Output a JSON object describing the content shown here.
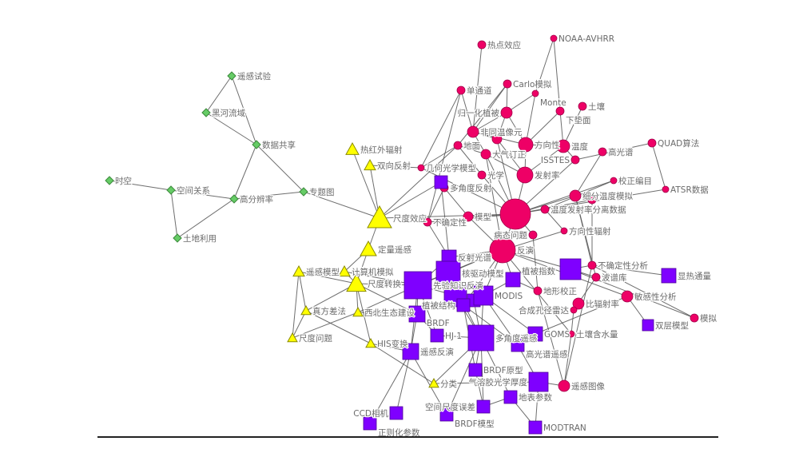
{
  "colors": {
    "green": "#66cc66",
    "yellow": "#ffff00",
    "pink": "#ee0066",
    "purple": "#7f00ff"
  },
  "nodes": [
    {
      "id": "g1",
      "label": "遥感试验",
      "group": "green"
    },
    {
      "id": "g2",
      "label": "黑河流域",
      "group": "green"
    },
    {
      "id": "g3",
      "label": "数据共享",
      "group": "green"
    },
    {
      "id": "g4",
      "label": "时空",
      "group": "green"
    },
    {
      "id": "g5",
      "label": "空间关系",
      "group": "green"
    },
    {
      "id": "g6",
      "label": "高分辨率",
      "group": "green"
    },
    {
      "id": "g7",
      "label": "专题图",
      "group": "green"
    },
    {
      "id": "g8",
      "label": "土地利用",
      "group": "green"
    },
    {
      "id": "y1",
      "label": "热红外辐射",
      "group": "yellow"
    },
    {
      "id": "y2",
      "label": "双向反射",
      "group": "yellow"
    },
    {
      "id": "y3",
      "label": "尺度效应",
      "group": "yellow"
    },
    {
      "id": "y4",
      "label": "定量遥感",
      "group": "yellow"
    },
    {
      "id": "y5",
      "label": "遥感模型",
      "group": "yellow"
    },
    {
      "id": "y6",
      "label": "计算机模拟",
      "group": "yellow"
    },
    {
      "id": "y7",
      "label": "尺度转换",
      "group": "yellow"
    },
    {
      "id": "y8",
      "label": "真方差法",
      "group": "yellow"
    },
    {
      "id": "y9",
      "label": "西北生态建设",
      "group": "yellow"
    },
    {
      "id": "y10",
      "label": "尺度问题",
      "group": "yellow"
    },
    {
      "id": "y11",
      "label": "HIS变换",
      "group": "yellow"
    },
    {
      "id": "y12",
      "label": "分类",
      "group": "yellow"
    },
    {
      "id": "p1",
      "label": "热点效应",
      "group": "pink"
    },
    {
      "id": "p2",
      "label": "NOAA-AVHRR",
      "group": "pink"
    },
    {
      "id": "p3",
      "label": "单通道",
      "group": "pink"
    },
    {
      "id": "p4",
      "label": "Carlo模拟",
      "group": "pink"
    },
    {
      "id": "p5",
      "label": "Monte",
      "group": "pink"
    },
    {
      "id": "p6",
      "label": "归一化植被",
      "group": "pink"
    },
    {
      "id": "p7",
      "label": "下垫面",
      "group": "pink"
    },
    {
      "id": "p8",
      "label": "土壤",
      "group": "pink"
    },
    {
      "id": "p9",
      "label": "非同温像元",
      "group": "pink"
    },
    {
      "id": "p10",
      "label": "方向性",
      "group": "pink"
    },
    {
      "id": "p11",
      "label": "",
      "group": "pink"
    },
    {
      "id": "p12",
      "label": "温度",
      "group": "pink"
    },
    {
      "id": "p13",
      "label": "地面",
      "group": "pink"
    },
    {
      "id": "p14",
      "label": "大气订正",
      "group": "pink"
    },
    {
      "id": "p15",
      "label": "高光谱",
      "group": "pink"
    },
    {
      "id": "p16",
      "label": "QUAD算法",
      "group": "pink"
    },
    {
      "id": "p17",
      "label": "ISSTES",
      "group": "pink"
    },
    {
      "id": "p18",
      "label": "几何光学模型",
      "group": "pink"
    },
    {
      "id": "p19",
      "label": "发射率",
      "group": "pink"
    },
    {
      "id": "p20",
      "label": "光学",
      "group": "pink"
    },
    {
      "id": "p21",
      "label": "多角度反射",
      "group": "pink"
    },
    {
      "id": "p22",
      "label": "校正编目",
      "group": "pink"
    },
    {
      "id": "p23",
      "label": "ATSR数据",
      "group": "pink"
    },
    {
      "id": "p24",
      "label": "细分温度模拟",
      "group": "pink"
    },
    {
      "id": "p25",
      "label": "",
      "group": "pink"
    },
    {
      "id": "p26",
      "label": "温度发射率分离数据",
      "group": "pink"
    },
    {
      "id": "p27",
      "label": "",
      "group": "pink"
    },
    {
      "id": "p28",
      "label": "模型",
      "group": "pink"
    },
    {
      "id": "p29",
      "label": "不确定性",
      "group": "pink"
    },
    {
      "id": "p30",
      "label": "方向性辐射",
      "group": "pink"
    },
    {
      "id": "p31",
      "label": "病态问题",
      "group": "pink"
    },
    {
      "id": "p32",
      "label": "反演",
      "group": "pink"
    },
    {
      "id": "p33",
      "label": "不确定性分析",
      "group": "pink"
    },
    {
      "id": "p34",
      "label": "波谱库",
      "group": "pink"
    },
    {
      "id": "p35",
      "label": "敏感性分析",
      "group": "pink"
    },
    {
      "id": "p36",
      "label": "地形校正",
      "group": "pink"
    },
    {
      "id": "p37",
      "label": "比辐射率",
      "group": "pink"
    },
    {
      "id": "p38",
      "label": "合成孔径雷达",
      "group": "pink"
    },
    {
      "id": "p39",
      "label": "土壤含水量",
      "group": "pink"
    },
    {
      "id": "p40",
      "label": "模拟",
      "group": "pink"
    },
    {
      "id": "p41",
      "label": "遥感图像",
      "group": "pink"
    },
    {
      "id": "q1",
      "label": "",
      "group": "purple"
    },
    {
      "id": "q2",
      "label": "反射光谱",
      "group": "purple"
    },
    {
      "id": "q3",
      "label": "核驱动模型",
      "group": "purple"
    },
    {
      "id": "q4",
      "label": "先验知识反演",
      "group": "purple"
    },
    {
      "id": "q5",
      "label": "植被指数",
      "group": "purple"
    },
    {
      "id": "q6",
      "label": "",
      "group": "purple"
    },
    {
      "id": "q7",
      "label": "",
      "group": "purple"
    },
    {
      "id": "q8",
      "label": "MODIS",
      "group": "purple"
    },
    {
      "id": "q9",
      "label": "植被结构",
      "group": "purple"
    },
    {
      "id": "q10",
      "label": "BRDF",
      "group": "purple"
    },
    {
      "id": "q11",
      "label": "HJ-1",
      "group": "purple"
    },
    {
      "id": "q12",
      "label": "多角度遥感",
      "group": "purple"
    },
    {
      "id": "q13",
      "label": "GOMS",
      "group": "purple"
    },
    {
      "id": "q14",
      "label": "高光谱遥感",
      "group": "purple"
    },
    {
      "id": "q15",
      "label": "遥感反演",
      "group": "purple"
    },
    {
      "id": "q16",
      "label": "BRDF原型",
      "group": "purple"
    },
    {
      "id": "q17",
      "label": "气溶胶光学厚度",
      "group": "purple"
    },
    {
      "id": "q18",
      "label": "地表参数",
      "group": "purple"
    },
    {
      "id": "q19",
      "label": "空间尺度误差",
      "group": "purple"
    },
    {
      "id": "q20",
      "label": "CCD相机",
      "group": "purple"
    },
    {
      "id": "q21",
      "label": "BRDF模型",
      "group": "purple"
    },
    {
      "id": "q22",
      "label": "正则化参数",
      "group": "purple"
    },
    {
      "id": "q23",
      "label": "MODTRAN",
      "group": "purple"
    },
    {
      "id": "q24",
      "label": "显热通量",
      "group": "purple"
    },
    {
      "id": "q25",
      "label": "",
      "group": "purple"
    },
    {
      "id": "q26",
      "label": "双层模型",
      "group": "purple"
    }
  ],
  "edges": [
    [
      "g1",
      "g2"
    ],
    [
      "g1",
      "g3"
    ],
    [
      "g2",
      "g3"
    ],
    [
      "g3",
      "g6"
    ],
    [
      "g3",
      "g7"
    ],
    [
      "g4",
      "g5"
    ],
    [
      "g5",
      "g6"
    ],
    [
      "g5",
      "g8"
    ],
    [
      "g8",
      "g6"
    ],
    [
      "g6",
      "g7"
    ],
    [
      "g7",
      "y3"
    ],
    [
      "y1",
      "y3"
    ],
    [
      "y2",
      "y3"
    ],
    [
      "y2",
      "p18"
    ],
    [
      "y3",
      "p27"
    ],
    [
      "y3",
      "y4"
    ],
    [
      "y3",
      "q1"
    ],
    [
      "y3",
      "p13"
    ],
    [
      "y4",
      "y6"
    ],
    [
      "y4",
      "y7"
    ],
    [
      "y5",
      "y7"
    ],
    [
      "y5",
      "y10"
    ],
    [
      "y5",
      "y8"
    ],
    [
      "y6",
      "y7"
    ],
    [
      "y7",
      "y8"
    ],
    [
      "y7",
      "y9"
    ],
    [
      "y7",
      "q4"
    ],
    [
      "y7",
      "y11"
    ],
    [
      "y8",
      "y11"
    ],
    [
      "y9",
      "q4"
    ],
    [
      "y9",
      "q10"
    ],
    [
      "y11",
      "q15"
    ],
    [
      "y11",
      "y12"
    ],
    [
      "y12",
      "q12"
    ],
    [
      "y12",
      "q17"
    ],
    [
      "y6",
      "q4"
    ],
    [
      "y7",
      "q10"
    ],
    [
      "y8",
      "y10"
    ],
    [
      "y10",
      "y9"
    ],
    [
      "p1",
      "p9"
    ],
    [
      "p2",
      "p5"
    ],
    [
      "p2",
      "p7"
    ],
    [
      "p3",
      "p9"
    ],
    [
      "p3",
      "p29"
    ],
    [
      "p3",
      "p18"
    ],
    [
      "p4",
      "p6"
    ],
    [
      "p4",
      "p9"
    ],
    [
      "p4",
      "p13"
    ],
    [
      "p5",
      "p6"
    ],
    [
      "p5",
      "p10"
    ],
    [
      "p6",
      "p9"
    ],
    [
      "p6",
      "p10"
    ],
    [
      "p6",
      "p11"
    ],
    [
      "p7",
      "p10"
    ],
    [
      "p7",
      "p12"
    ],
    [
      "p8",
      "p12"
    ],
    [
      "p9",
      "p10"
    ],
    [
      "p9",
      "p11"
    ],
    [
      "p9",
      "p14"
    ],
    [
      "p10",
      "p19"
    ],
    [
      "p10",
      "p12"
    ],
    [
      "p11",
      "p19"
    ],
    [
      "p12",
      "p19"
    ],
    [
      "p12",
      "p17"
    ],
    [
      "p13",
      "p14"
    ],
    [
      "p13",
      "p20"
    ],
    [
      "p14",
      "p27"
    ],
    [
      "p14",
      "p19"
    ],
    [
      "p15",
      "p24"
    ],
    [
      "p16",
      "p17"
    ],
    [
      "p16",
      "p23"
    ],
    [
      "p17",
      "p27"
    ],
    [
      "p18",
      "p27"
    ],
    [
      "p18",
      "p13"
    ],
    [
      "p19",
      "p27"
    ],
    [
      "p20",
      "p27"
    ],
    [
      "p21",
      "p28"
    ],
    [
      "p21",
      "p29"
    ],
    [
      "p22",
      "p27"
    ],
    [
      "p22",
      "p26"
    ],
    [
      "p23",
      "p26"
    ],
    [
      "p24",
      "p27"
    ],
    [
      "p25",
      "p27"
    ],
    [
      "p24",
      "p33"
    ],
    [
      "p25",
      "p33"
    ],
    [
      "p26",
      "p27"
    ],
    [
      "p26",
      "p30"
    ],
    [
      "p27",
      "p32"
    ],
    [
      "p27",
      "p31"
    ],
    [
      "p27",
      "p28"
    ],
    [
      "p28",
      "p32"
    ],
    [
      "p29",
      "p27"
    ],
    [
      "p29",
      "q2"
    ],
    [
      "p30",
      "p32"
    ],
    [
      "p31",
      "p36"
    ],
    [
      "p32",
      "q2"
    ],
    [
      "p32",
      "q3"
    ],
    [
      "p32",
      "q4"
    ],
    [
      "p32",
      "q5"
    ],
    [
      "p32",
      "q8"
    ],
    [
      "p32",
      "q9"
    ],
    [
      "p32",
      "q25"
    ],
    [
      "p32",
      "p39"
    ],
    [
      "p33",
      "q25"
    ],
    [
      "p34",
      "q25"
    ],
    [
      "p34",
      "p38"
    ],
    [
      "p35",
      "p32"
    ],
    [
      "p35",
      "q26"
    ],
    [
      "p36",
      "p41"
    ],
    [
      "p37",
      "p38"
    ],
    [
      "p38",
      "p39"
    ],
    [
      "p39",
      "p41"
    ],
    [
      "p40",
      "p33"
    ],
    [
      "p40",
      "q25"
    ],
    [
      "p41",
      "p33"
    ],
    [
      "p24",
      "p34"
    ],
    [
      "p33",
      "q24"
    ],
    [
      "p11",
      "p27"
    ],
    [
      "p14",
      "p32"
    ],
    [
      "p21",
      "q1"
    ],
    [
      "q1",
      "q2"
    ],
    [
      "q2",
      "q4"
    ],
    [
      "q3",
      "q4"
    ],
    [
      "q3",
      "q12"
    ],
    [
      "q4",
      "q10"
    ],
    [
      "q4",
      "q6"
    ],
    [
      "q4",
      "q15"
    ],
    [
      "q4",
      "q11"
    ],
    [
      "q5",
      "q8"
    ],
    [
      "q6",
      "q9"
    ],
    [
      "q7",
      "q12"
    ],
    [
      "q8",
      "q12"
    ],
    [
      "q8",
      "q13"
    ],
    [
      "q9",
      "q14"
    ],
    [
      "q10",
      "q15"
    ],
    [
      "q10",
      "q11"
    ],
    [
      "q11",
      "q12"
    ],
    [
      "q12",
      "q16"
    ],
    [
      "q12",
      "q18"
    ],
    [
      "q12",
      "q21"
    ],
    [
      "q13",
      "q14"
    ],
    [
      "q14",
      "q17"
    ],
    [
      "q15",
      "q20"
    ],
    [
      "q15",
      "q22"
    ],
    [
      "q15",
      "q21"
    ],
    [
      "q12",
      "q19"
    ],
    [
      "q16",
      "q19"
    ],
    [
      "q17",
      "p41"
    ],
    [
      "q18",
      "q19"
    ],
    [
      "q18",
      "q23"
    ],
    [
      "q17",
      "q23"
    ],
    [
      "q6",
      "q12"
    ],
    [
      "q5",
      "p36"
    ],
    [
      "q13",
      "p35"
    ],
    [
      "q9",
      "q16"
    ],
    [
      "q8",
      "q14"
    ]
  ]
}
